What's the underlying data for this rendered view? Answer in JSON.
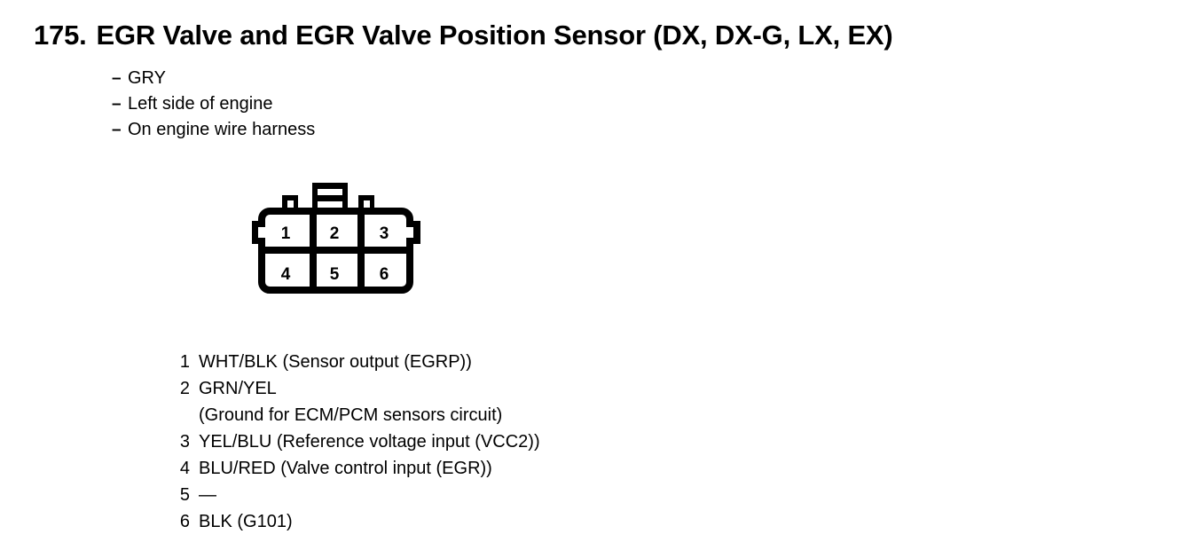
{
  "document": {
    "title_number": "175.",
    "title_text": "EGR Valve and EGR Valve Position Sensor (DX, DX-G, LX, EX)",
    "background_color": "#ffffff",
    "ink_color": "#000000"
  },
  "notes": {
    "dash": "–",
    "items": [
      "GRY",
      "Left side of engine",
      "On engine wire harness"
    ]
  },
  "connector": {
    "name": "6-pin connector",
    "cavity_count": 6,
    "rows": [
      [
        "1",
        "2",
        "3"
      ],
      [
        "4",
        "5",
        "6"
      ]
    ]
  },
  "pin_legend": [
    {
      "pin": "1",
      "desc": "WHT/BLK (Sensor output (EGRP))"
    },
    {
      "pin": "2",
      "desc": "GRN/YEL"
    },
    {
      "pin": "",
      "desc": "(Ground for ECM/PCM sensors circuit)"
    },
    {
      "pin": "3",
      "desc": "YEL/BLU (Reference voltage input (VCC2))"
    },
    {
      "pin": "4",
      "desc": "BLU/RED (Valve control input (EGR))"
    },
    {
      "pin": "5",
      "desc": "—"
    },
    {
      "pin": "6",
      "desc": "BLK (G101)"
    }
  ]
}
